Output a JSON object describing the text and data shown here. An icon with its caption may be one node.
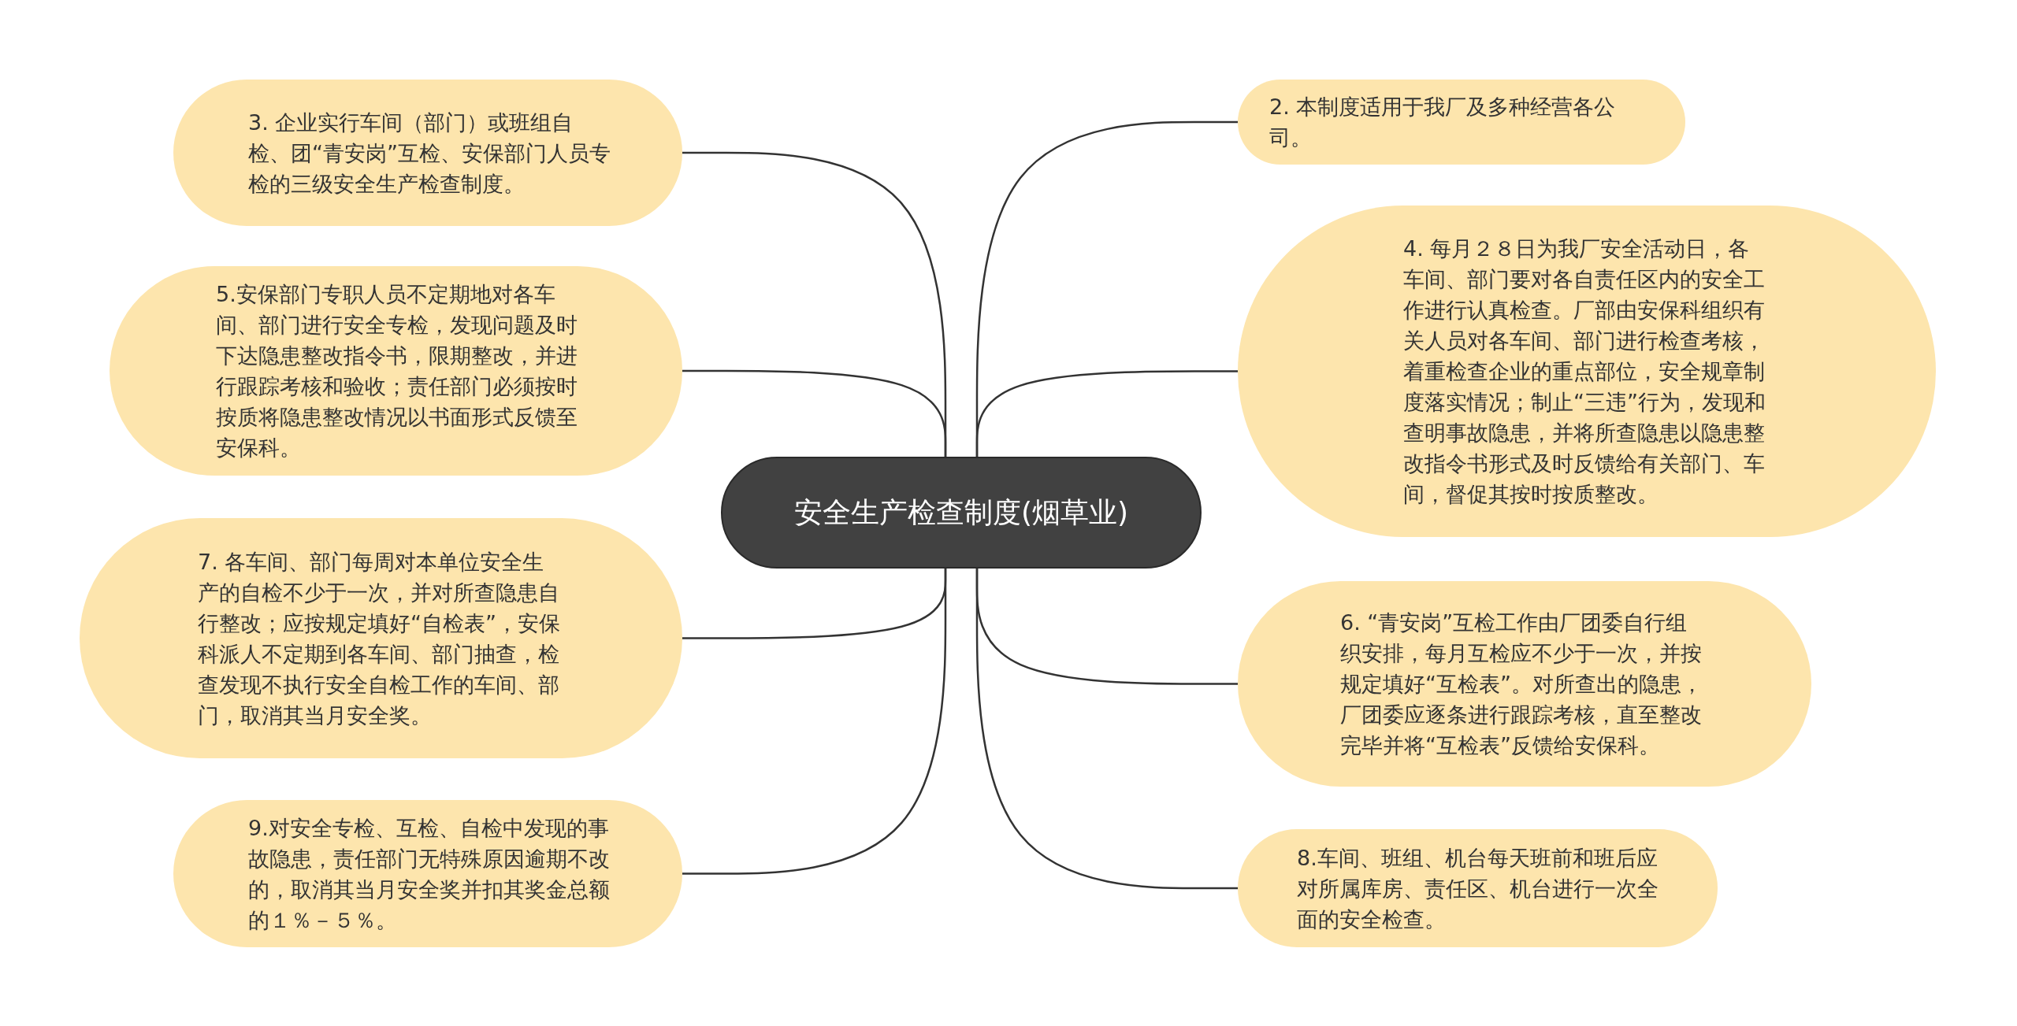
{
  "diagram": {
    "nodes": [
      {
        "text": [
          "安全生产检查制度(烟草业)"
        ]
      },
      {
        "text": [
          "2. 本制度适用于我厂及多种经营各公司。"
        ]
      },
      {
        "text": [
          "3. 企业实行车间（部门）或班组自检、团“青安岗”互检、安保部门人员专检的三级安全生产检查制度。"
        ]
      },
      {
        "text": [
          "4. 每月２８日为我厂安全活动日，各车间、部门要对各自责任区内的安全工作进行认真检查。厂部由安保科组织有关人员对各车间、部门进行检查考核，着重检查企业的重点部位，安全规章制度落实情况；制止“三违”行为，发现和查明事故隐患，并将所查隐患以隐患整改指令书形式及时反馈给有关部门、车间，督促其按时按质整改。"
        ]
      },
      {
        "text": [
          "5.安保部门专职人员不定期地对各车间、部门进行安全专检，发现问题及时下达隐患整改指令书，限期整改，并进行跟踪考核和验收；责任部门必须按时按质将隐患整改情况以书面形式反馈至安保科。"
        ]
      },
      {
        "text": [
          "6. “青安岗”互检工作由厂团委自行组织安排，每月互检应不少于一次，并按规定填好“互检表”。对所查出的隐患，厂团委应逐条进行跟踪考核，直至整改完毕并将“互检表”反馈给安保科。"
        ]
      },
      {
        "text": [
          "7. 各车间、部门每周对本单位安全生产的自检不少于一次，并对所查隐患自行整改；应按规定填好“自检表”，安保科派人不定期到各车间、部门抽查，检查发现不执行安全自检工作的车间、部门，取消其当月安全奖。"
        ]
      },
      {
        "text": [
          "8.车间、班组、机台每天班前和班后应对所属库房、责任区、机台进行一次全面的安全检查。"
        ]
      },
      {
        "text": [
          "9.对安全专检、互检、自检中发现的事故隐患，责任部门无特殊原因逾期不改的，取消其当月安全奖并扣其奖金总额的１％－５％。"
        ]
      }
    ],
    "edges": [
      {
        "from": 0,
        "to": 1,
        "arrow": "none"
      },
      {
        "from": 0,
        "to": 2,
        "arrow": "none"
      },
      {
        "from": 0,
        "to": 3,
        "arrow": "none"
      },
      {
        "from": 0,
        "to": 4,
        "arrow": "none"
      },
      {
        "from": 0,
        "to": 5,
        "arrow": "none"
      },
      {
        "from": 0,
        "to": 6,
        "arrow": "none"
      },
      {
        "from": 0,
        "to": 7,
        "arrow": "none"
      },
      {
        "from": 0,
        "to": 8,
        "arrow": "none"
      }
    ]
  }
}
